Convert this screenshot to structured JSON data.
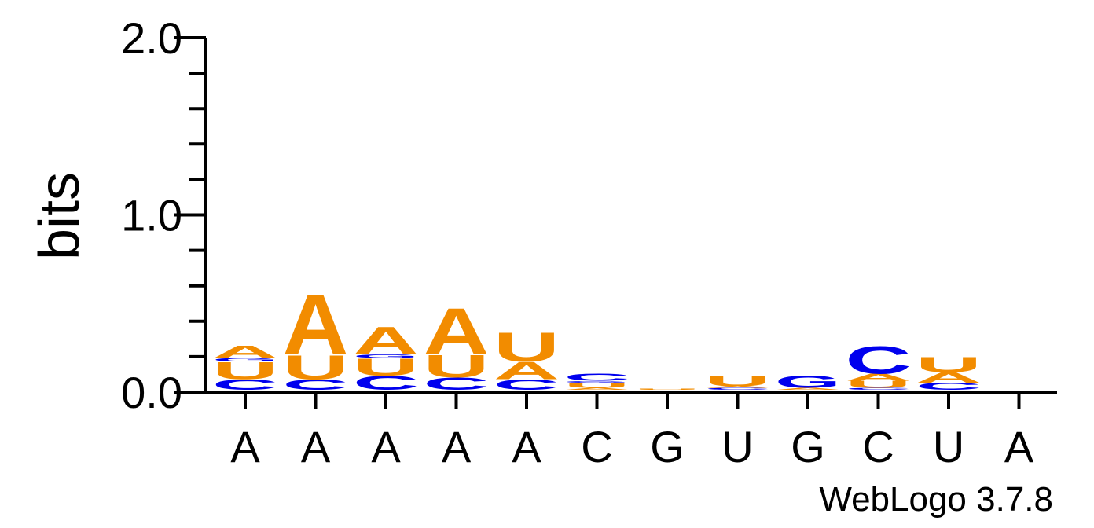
{
  "chart_data": {
    "type": "sequence-logo",
    "ylabel": "bits",
    "ylim": [
      0,
      2.0
    ],
    "yticks": [
      "2.0",
      "1.0",
      "0.0"
    ],
    "xticklabels": [
      "A",
      "A",
      "A",
      "A",
      "A",
      "C",
      "G",
      "U",
      "G",
      "C",
      "U",
      "A"
    ],
    "footer": "WebLogo 3.7.8",
    "colors": {
      "A": "#f28c00",
      "U": "#f28c00",
      "C": "#0000ee",
      "G": "#0000ee"
    },
    "positions": [
      [
        {
          "letter": "C",
          "bits": 0.06
        },
        {
          "letter": "U",
          "bits": 0.1
        },
        {
          "letter": "G",
          "bits": 0.02
        },
        {
          "letter": "A",
          "bits": 0.07
        }
      ],
      [
        {
          "letter": "C",
          "bits": 0.06
        },
        {
          "letter": "U",
          "bits": 0.14
        },
        {
          "letter": "A",
          "bits": 0.35
        }
      ],
      [
        {
          "letter": "C",
          "bits": 0.08
        },
        {
          "letter": "U",
          "bits": 0.1
        },
        {
          "letter": "G",
          "bits": 0.02
        },
        {
          "letter": "A",
          "bits": 0.16
        }
      ],
      [
        {
          "letter": "C",
          "bits": 0.07
        },
        {
          "letter": "U",
          "bits": 0.13
        },
        {
          "letter": "A",
          "bits": 0.27
        }
      ],
      [
        {
          "letter": "C",
          "bits": 0.06
        },
        {
          "letter": "A",
          "bits": 0.1
        },
        {
          "letter": "U",
          "bits": 0.17
        }
      ],
      [
        {
          "letter": "A",
          "bits": 0.01
        },
        {
          "letter": "U",
          "bits": 0.03
        },
        {
          "letter": "G",
          "bits": 0.01
        },
        {
          "letter": "C",
          "bits": 0.04
        }
      ],
      [
        {
          "letter": "U",
          "bits": 0.005
        }
      ],
      [
        {
          "letter": "C",
          "bits": 0.01
        },
        {
          "letter": "A",
          "bits": 0.01
        },
        {
          "letter": "U",
          "bits": 0.06
        }
      ],
      [
        {
          "letter": "A",
          "bits": 0.01
        },
        {
          "letter": "G",
          "bits": 0.07
        }
      ],
      [
        {
          "letter": "C",
          "bits": 0.01
        },
        {
          "letter": "U",
          "bits": 0.04
        },
        {
          "letter": "A",
          "bits": 0.04
        },
        {
          "letter": "C",
          "bits": 0.16
        }
      ],
      [
        {
          "letter": "C",
          "bits": 0.04
        },
        {
          "letter": "A",
          "bits": 0.06
        },
        {
          "letter": "U",
          "bits": 0.09
        }
      ],
      []
    ]
  }
}
